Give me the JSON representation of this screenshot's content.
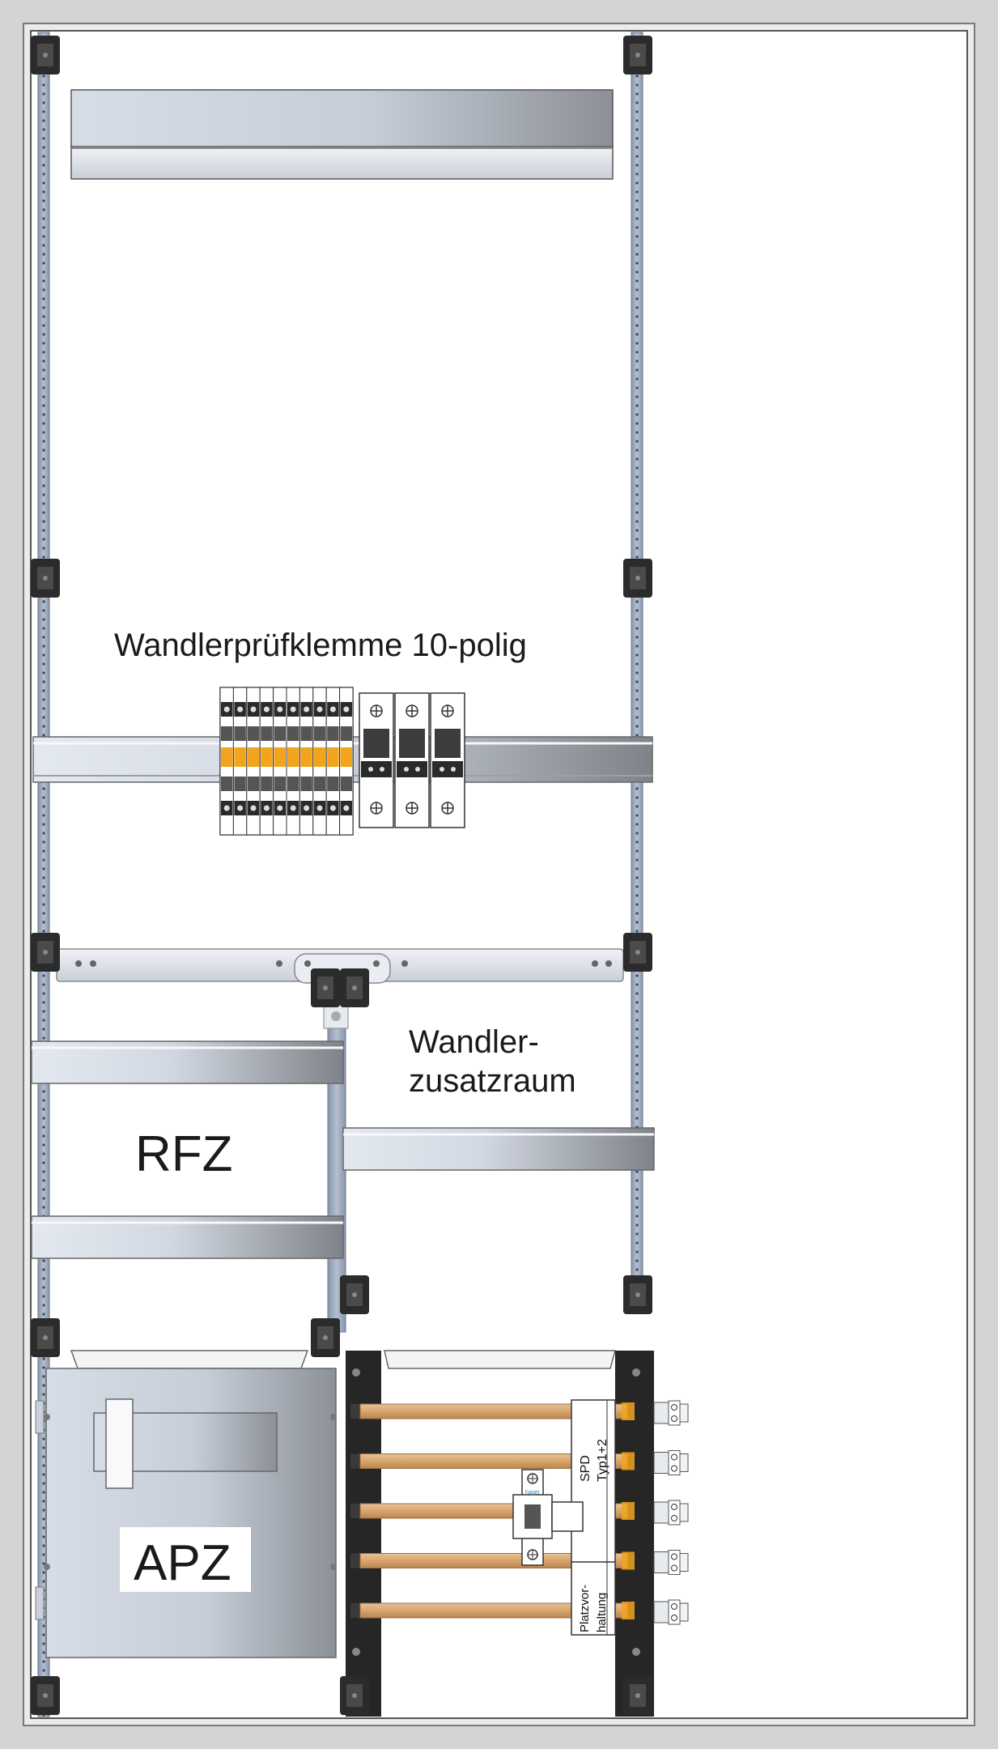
{
  "labels": {
    "terminal_block": "Wandlerprüfklemme 10-polig",
    "transformer_space_line1": "Wandler-",
    "transformer_space_line2": "zusatzraum",
    "rfz": "RFZ",
    "apz": "APZ",
    "spd_line1": "SPD",
    "spd_line2": "Typ1+2",
    "reserve_line1": "Platzvor-",
    "reserve_line2": "haltung",
    "mcb_brand": "hager"
  },
  "colors": {
    "frame_outer": "#d4d4d4",
    "cabinet_interior": "#ffffff",
    "rail_light": "#e2e7ef",
    "rail_dark": "#8e9298",
    "profile_blue": "#9eacc0",
    "clip_black": "#2b2b2b",
    "terminal_orange": "#f2a51c",
    "copper_bar": "#d9a873",
    "busbar_black": "#262626"
  },
  "counts": {
    "test_terminal_poles": 10,
    "fuse_holders": 3,
    "copper_busbars": 5,
    "outgoing_terminals": 5
  }
}
